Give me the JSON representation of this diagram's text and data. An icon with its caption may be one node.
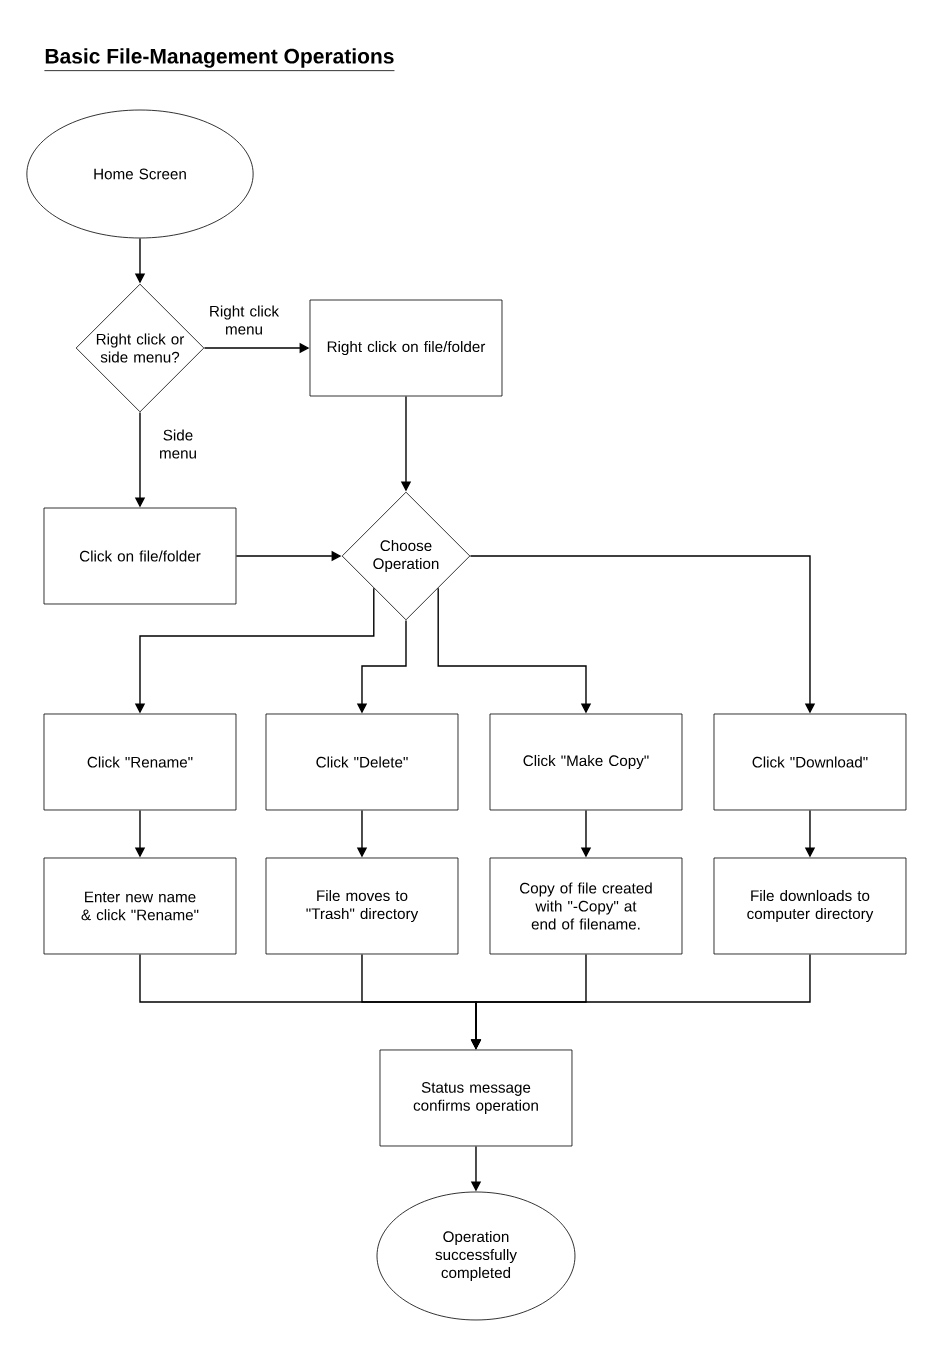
{
  "diagram": {
    "title": "Basic File-Management Operations",
    "nodes": [
      {
        "text": [
          "Home Screen"
        ]
      },
      {
        "text": [
          "Right click or side menu?"
        ]
      },
      {
        "text": [
          "Right click on file/folder"
        ]
      },
      {
        "text": [
          "Click on file/folder"
        ]
      },
      {
        "text": [
          "Choose Operation"
        ]
      },
      {
        "text": [
          "Click \"Rename\""
        ]
      },
      {
        "text": [
          "Click \"Delete\""
        ]
      },
      {
        "text": [
          "Click \"Make Copy\""
        ]
      },
      {
        "text": [
          "Click \"Download\""
        ]
      },
      {
        "text": [
          "Enter new name & click \"Rename\""
        ]
      },
      {
        "text": [
          "File moves to \"Trash\" directory"
        ]
      },
      {
        "text": [
          "Copy of file created with \"-Copy\" at end of filename."
        ]
      },
      {
        "text": [
          "File downloads to computer directory"
        ]
      },
      {
        "text": [
          "Status message confirms operation"
        ]
      },
      {
        "text": [
          "Operation successfully completed"
        ]
      }
    ],
    "edges": [
      {
        "from": 0,
        "to": 1,
        "arrow": "to"
      },
      {
        "from": 1,
        "to": 2,
        "arrow": "to",
        "label": "Right click menu"
      },
      {
        "from": 1,
        "to": 3,
        "arrow": "to",
        "label": "Side menu"
      },
      {
        "from": 2,
        "to": 4,
        "arrow": "to"
      },
      {
        "from": 3,
        "to": 4,
        "arrow": "to"
      },
      {
        "from": 4,
        "to": 5,
        "arrow": "to"
      },
      {
        "from": 4,
        "to": 6,
        "arrow": "to"
      },
      {
        "from": 4,
        "to": 7,
        "arrow": "to"
      },
      {
        "from": 4,
        "to": 8,
        "arrow": "to"
      },
      {
        "from": 5,
        "to": 9,
        "arrow": "to"
      },
      {
        "from": 6,
        "to": 10,
        "arrow": "to"
      },
      {
        "from": 7,
        "to": 11,
        "arrow": "to"
      },
      {
        "from": 8,
        "to": 12,
        "arrow": "to"
      },
      {
        "from": 9,
        "to": 13,
        "arrow": "to"
      },
      {
        "from": 10,
        "to": 13,
        "arrow": "to"
      },
      {
        "from": 11,
        "to": 13,
        "arrow": "to"
      },
      {
        "from": 12,
        "to": 13,
        "arrow": "to"
      },
      {
        "from": 13,
        "to": 14,
        "arrow": "to"
      }
    ]
  }
}
